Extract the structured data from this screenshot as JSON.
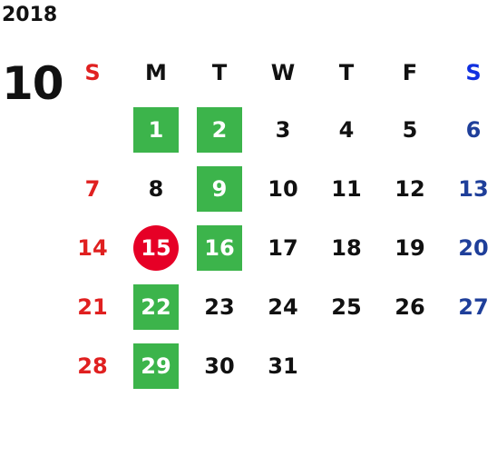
{
  "calendar": {
    "year": "2018",
    "month": "10",
    "weekdays": [
      "S",
      "M",
      "T",
      "W",
      "T",
      "F",
      "S"
    ],
    "weeks": [
      [
        {
          "d": "",
          "h": false,
          "t": false
        },
        {
          "d": "1",
          "h": true,
          "t": false
        },
        {
          "d": "2",
          "h": true,
          "t": false
        },
        {
          "d": "3",
          "h": false,
          "t": false
        },
        {
          "d": "4",
          "h": false,
          "t": false
        },
        {
          "d": "5",
          "h": false,
          "t": false
        },
        {
          "d": "6",
          "h": false,
          "t": false
        }
      ],
      [
        {
          "d": "7",
          "h": false,
          "t": false
        },
        {
          "d": "8",
          "h": false,
          "t": false
        },
        {
          "d": "9",
          "h": true,
          "t": false
        },
        {
          "d": "10",
          "h": false,
          "t": false
        },
        {
          "d": "11",
          "h": false,
          "t": false
        },
        {
          "d": "12",
          "h": false,
          "t": false
        },
        {
          "d": "13",
          "h": false,
          "t": false
        }
      ],
      [
        {
          "d": "14",
          "h": false,
          "t": false
        },
        {
          "d": "15",
          "h": false,
          "t": true
        },
        {
          "d": "16",
          "h": true,
          "t": false
        },
        {
          "d": "17",
          "h": false,
          "t": false
        },
        {
          "d": "18",
          "h": false,
          "t": false
        },
        {
          "d": "19",
          "h": false,
          "t": false
        },
        {
          "d": "20",
          "h": false,
          "t": false
        }
      ],
      [
        {
          "d": "21",
          "h": false,
          "t": false
        },
        {
          "d": "22",
          "h": true,
          "t": false
        },
        {
          "d": "23",
          "h": false,
          "t": false
        },
        {
          "d": "24",
          "h": false,
          "t": false
        },
        {
          "d": "25",
          "h": false,
          "t": false
        },
        {
          "d": "26",
          "h": false,
          "t": false
        },
        {
          "d": "27",
          "h": false,
          "t": false
        }
      ],
      [
        {
          "d": "28",
          "h": false,
          "t": false
        },
        {
          "d": "29",
          "h": true,
          "t": false
        },
        {
          "d": "30",
          "h": false,
          "t": false
        },
        {
          "d": "31",
          "h": false,
          "t": false
        },
        {
          "d": "",
          "h": false,
          "t": false
        },
        {
          "d": "",
          "h": false,
          "t": false
        },
        {
          "d": "",
          "h": false,
          "t": false
        }
      ]
    ]
  },
  "colors": {
    "sunday": "#e02020",
    "saturday": "#1f3f9a",
    "saturday_header": "#1030e0",
    "holiday": "#3cb44b",
    "today": "#e60026",
    "text": "#111111"
  }
}
